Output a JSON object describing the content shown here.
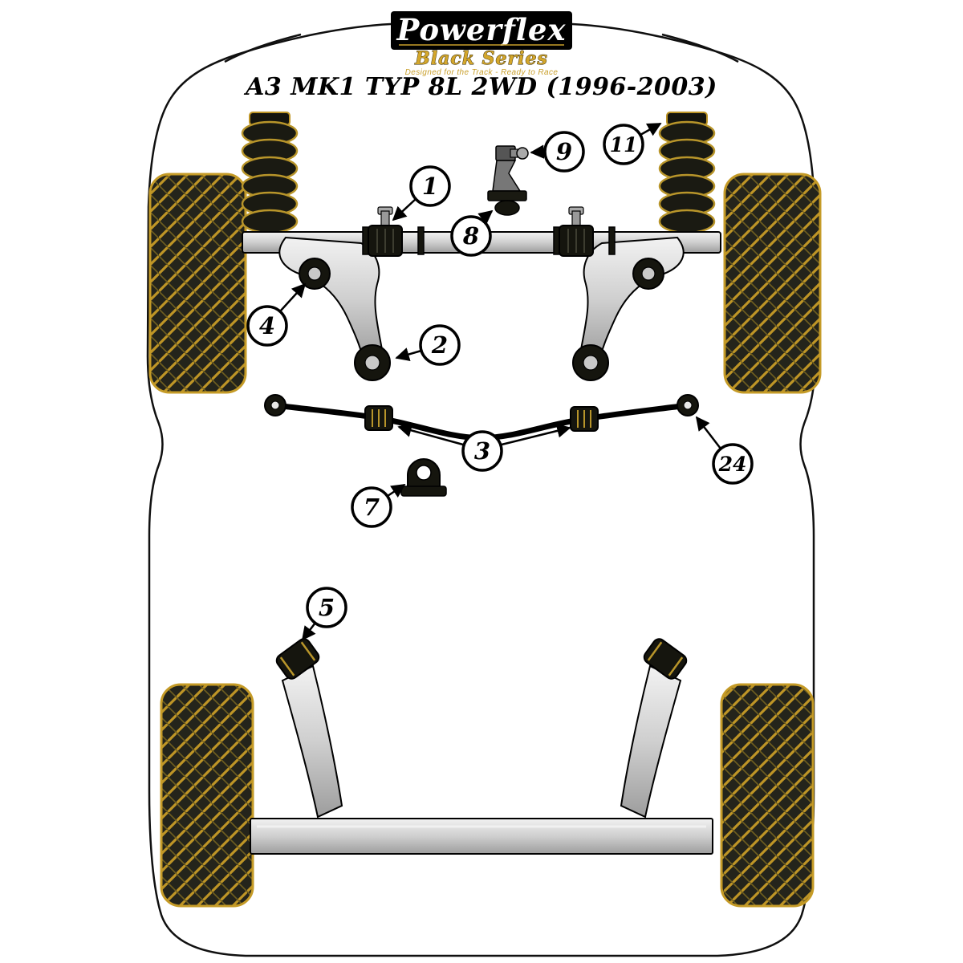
{
  "logo": {
    "brand": "Powerflex",
    "series": "Black Series",
    "tagline": "Designed for the Track - Ready to Race"
  },
  "title": "A3 MK1 TYP 8L 2WD (1996-2003)",
  "colors": {
    "gold": "#C99F2B",
    "dark_bush": "#15150E",
    "black": "#000000",
    "white": "#FFFFFF",
    "metal_gray": "#C9C9C9"
  },
  "callouts": [
    {
      "number": "1"
    },
    {
      "number": "2"
    },
    {
      "number": "3"
    },
    {
      "number": "4"
    },
    {
      "number": "5"
    },
    {
      "number": "7"
    },
    {
      "number": "8"
    },
    {
      "number": "9"
    },
    {
      "number": "11"
    },
    {
      "number": "24"
    }
  ]
}
